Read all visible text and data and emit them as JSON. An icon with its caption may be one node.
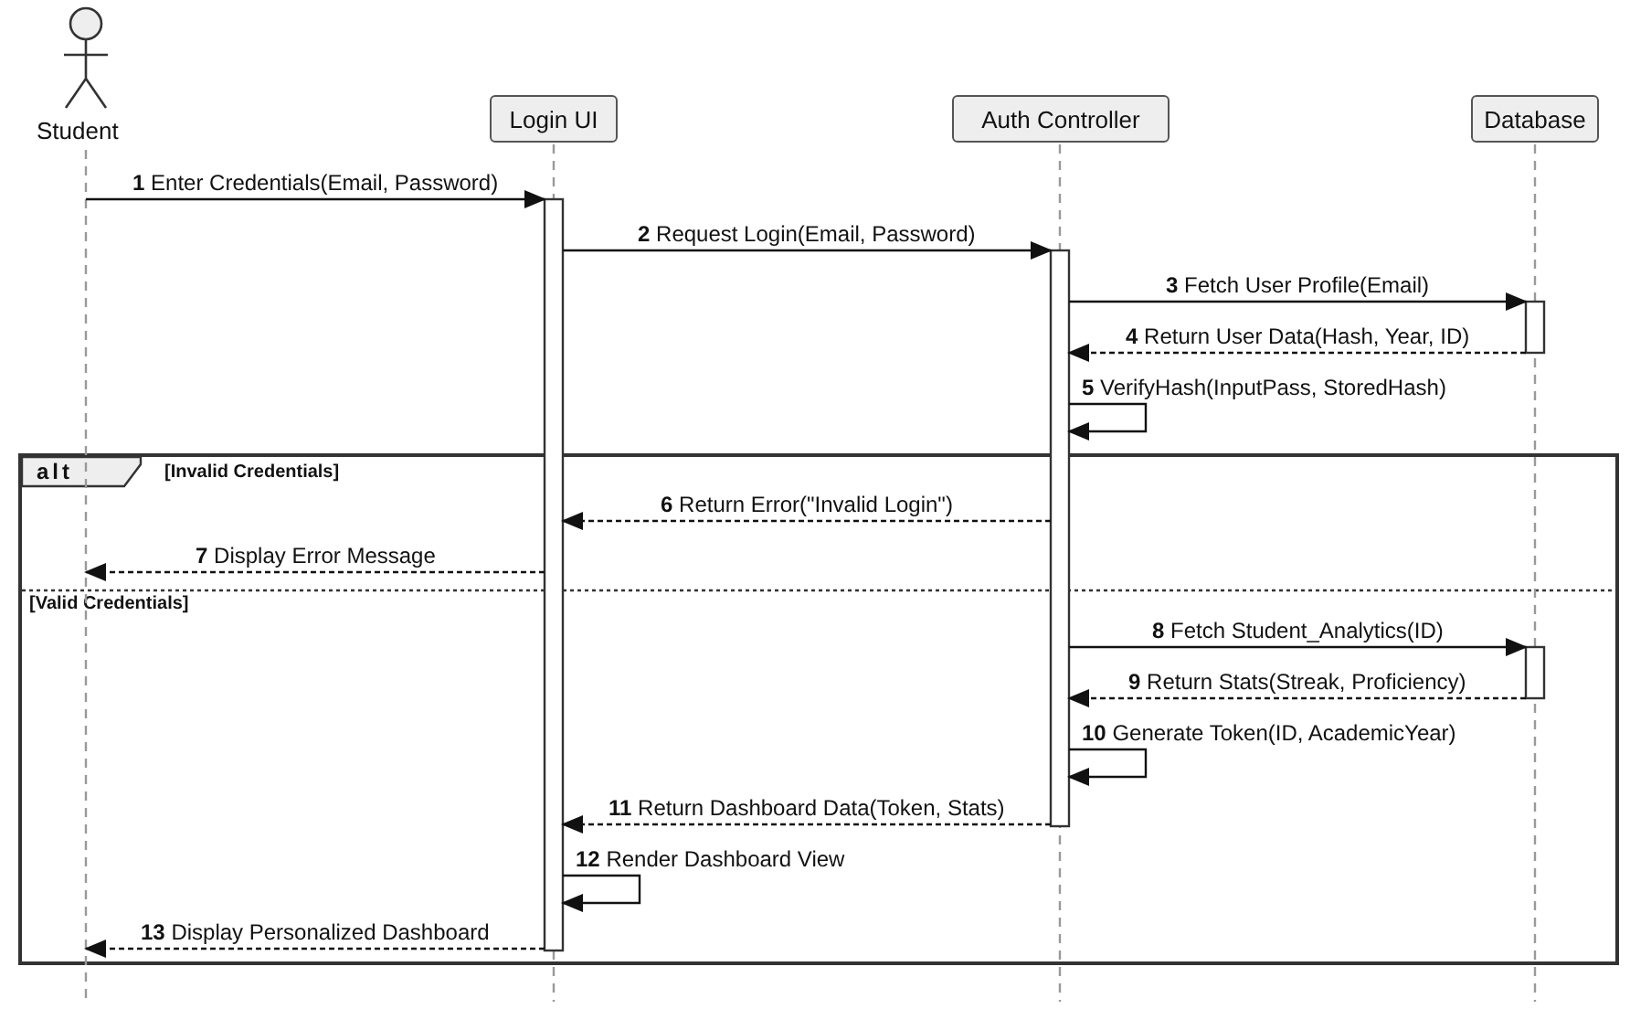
{
  "diagram": {
    "nodes": [
      {
        "text": [
          "Student"
        ]
      },
      {
        "text": [
          "Login UI"
        ]
      },
      {
        "text": [
          "Auth Controller"
        ]
      },
      {
        "text": [
          "Database"
        ]
      }
    ],
    "edges": [
      {
        "from": 0,
        "to": 1,
        "label": "**1** Enter Credentials(Email, Password)",
        "arrow": "to"
      },
      {
        "from": 1,
        "to": 2,
        "label": "**2** Request Login(Email, Password)",
        "arrow": "to"
      },
      {
        "from": 2,
        "to": 3,
        "label": "**3** Fetch User Profile(Email)",
        "arrow": "to"
      },
      {
        "from": 3,
        "to": 2,
        "label": "**4** Return User Data(Hash, Year, ID)",
        "arrow": "to",
        "style": "dashed"
      },
      {
        "from": 2,
        "to": 2,
        "label": "**5** VerifyHash(InputPass, StoredHash)",
        "arrow": "to"
      },
      {
        "from": 2,
        "to": 1,
        "label": "**6** Return Error(\"Invalid Login\")",
        "arrow": "to",
        "style": "dashed"
      },
      {
        "from": 1,
        "to": 0,
        "label": "**7** Display Error Message",
        "arrow": "to",
        "style": "dashed"
      },
      {
        "from": 2,
        "to": 3,
        "label": "**8** Fetch Student_Analytics(ID)",
        "arrow": "to"
      },
      {
        "from": 3,
        "to": 2,
        "label": "**9** Return Stats(Streak, Proficiency)",
        "arrow": "to",
        "style": "dashed"
      },
      {
        "from": 2,
        "to": 2,
        "label": "**10** Generate Token(ID, AcademicYear)",
        "arrow": "to"
      },
      {
        "from": 2,
        "to": 1,
        "label": "**11** Return Dashboard Data(Token, Stats)",
        "arrow": "to",
        "style": "dashed"
      },
      {
        "from": 1,
        "to": 1,
        "label": "**12** Render Dashboard View",
        "arrow": "to"
      },
      {
        "from": 1,
        "to": 0,
        "label": "**13** Display Personalized Dashboard",
        "arrow": "to",
        "style": "dashed"
      }
    ],
    "labels": [
      "alt",
      "[Invalid Credentials]",
      "[Valid Credentials]"
    ]
  }
}
